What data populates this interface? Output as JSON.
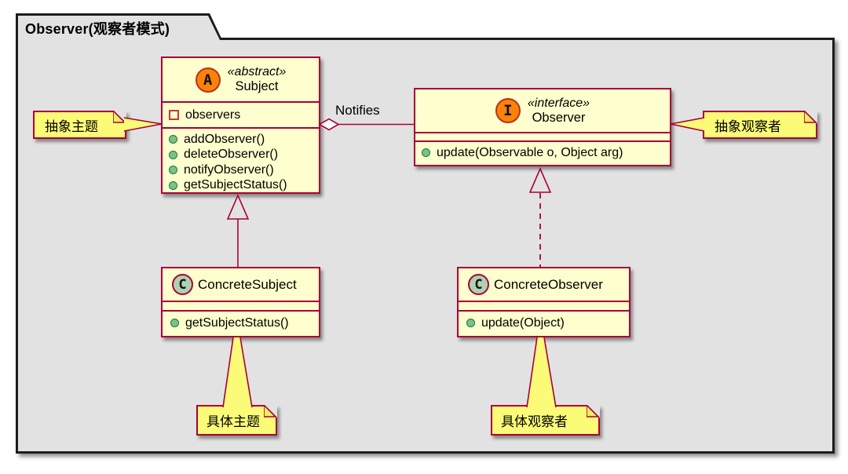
{
  "frame": {
    "title": "Observer(观察者模式)"
  },
  "classes": {
    "subject": {
      "spot": "A",
      "stereotype": "«abstract»",
      "name": "Subject",
      "fields": [
        "observers"
      ],
      "methods": [
        "addObserver()",
        "deleteObserver()",
        "notifyObserver()",
        "getSubjectStatus()"
      ]
    },
    "observer": {
      "spot": "I",
      "stereotype": "«interface»",
      "name": "Observer",
      "fields": [],
      "methods": [
        "update(Observable o, Object arg)"
      ]
    },
    "concrete_subject": {
      "spot": "C",
      "name": "ConcreteSubject",
      "methods": [
        "getSubjectStatus()"
      ]
    },
    "concrete_observer": {
      "spot": "C",
      "name": "ConcreteObserver",
      "methods": [
        "update(Object)"
      ]
    }
  },
  "notes": {
    "abstract_subject": "抽象主题",
    "abstract_observer": "抽象观察者",
    "concrete_subject": "具体主题",
    "concrete_observer": "具体观察者"
  },
  "edges": {
    "notifies_label": "Notifies",
    "relationships": [
      {
        "from": "Subject",
        "to": "Observer",
        "type": "aggregation",
        "label": "Notifies"
      },
      {
        "from": "ConcreteSubject",
        "to": "Subject",
        "type": "generalization"
      },
      {
        "from": "ConcreteObserver",
        "to": "Observer",
        "type": "realization"
      }
    ]
  },
  "colors": {
    "border_accent": "#A80036",
    "class_fill": "#FEFECE",
    "note_fill": "#FBFB77",
    "frame_bg": "#E2E2E2",
    "spot_abstract_interface": "#FB8208",
    "spot_class": "#ADD1B2",
    "method_dot": "#84BE84",
    "field_square": "#C63931"
  }
}
